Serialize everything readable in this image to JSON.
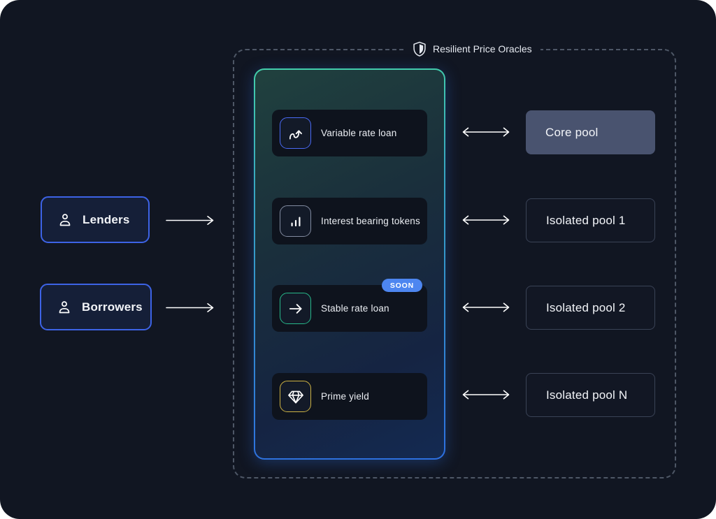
{
  "oracle": {
    "label": "Resilient Price Oracles",
    "icon": "shield-icon"
  },
  "actors": [
    {
      "label": "Lenders",
      "icon": "person-icon"
    },
    {
      "label": "Borrowers",
      "icon": "person-icon"
    }
  ],
  "panel": {
    "items": [
      {
        "label": "Variable rate loan",
        "icon": "variable-rate-icon",
        "accent": "#4a6af5",
        "badge": ""
      },
      {
        "label": "Interest bearing tokens",
        "icon": "bar-chart-icon",
        "accent": "#828ba0",
        "badge": ""
      },
      {
        "label": "Stable rate loan",
        "icon": "arrow-right-icon",
        "accent": "#27b88a",
        "badge": "SOON"
      },
      {
        "label": "Prime yield",
        "icon": "diamond-icon",
        "accent": "#cdb243",
        "badge": ""
      }
    ]
  },
  "pools": [
    {
      "label": "Core pool",
      "variant": "filled"
    },
    {
      "label": "Isolated pool 1",
      "variant": "outline"
    },
    {
      "label": "Isolated pool 2",
      "variant": "outline"
    },
    {
      "label": "Isolated pool N",
      "variant": "outline"
    }
  ],
  "colors": {
    "background": "#111622",
    "panel_border_top": "#43cfa9",
    "panel_border_bottom": "#2d6fe0",
    "actor_border": "#3d63e6",
    "soon_badge": "#4d86f0",
    "core_pool_fill": "#49536f",
    "dashed_border": "#4e5766"
  }
}
